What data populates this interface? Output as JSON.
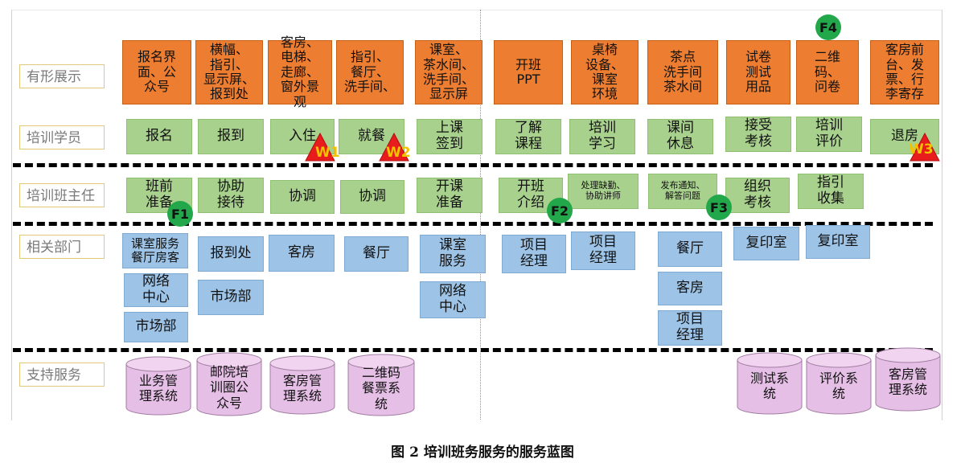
{
  "lanes": {
    "evidence": "有形展示",
    "trainee": "培训学员",
    "head_teacher": "培训班主任",
    "departments": "相关部门",
    "support": "支持服务"
  },
  "evidence": [
    "报名界\n面、公\n众号",
    "横幅、\n指引、\n显示屏、\n报到处",
    "客房、\n电梯、\n走廊、\n窗外景\n观",
    "指引、\n餐厅、\n洗手间、",
    "课室、\n茶水间、\n洗手间、\n显示屏",
    "开班\nPPT",
    "桌椅\n设备、\n课室\n环境",
    "茶点\n洗手间\n茶水间",
    "试卷\n测试\n用品",
    "二维\n码、\n问卷",
    "客房前\n台、发\n票、行\n李寄存"
  ],
  "trainee": [
    "报名",
    "报到",
    "入住",
    "就餐",
    "上课\n签到",
    "了解\n课程",
    "培训\n学习",
    "课间\n休息",
    "接受\n考核",
    "培训\n评价",
    "退房"
  ],
  "head_teacher": [
    "班前\n准备",
    "协助\n接待",
    "协调",
    "协调",
    "开课\n准备",
    "开班\n介绍",
    "处理缺勤、\n协助讲师",
    "发布通知、\n解答问题",
    "组织\n考核",
    "指引\n收集"
  ],
  "departments": [
    "课室服务\n餐厅房客",
    "网络\n中心",
    "市场部",
    "报到处",
    "市场部",
    "客房",
    "餐厅",
    "课室\n服务",
    "网络\n中心",
    "项目\n经理",
    "项目\n经理",
    "餐厅",
    "客房",
    "项目\n经理",
    "复印室",
    "复印室"
  ],
  "support": [
    "业务管\n理系统",
    "邮院培\n训圈公\n众号",
    "客房管\n理系统",
    "二维码\n餐票系\n统",
    "测试系\n统",
    "评价系\n统",
    "客房管\n理系统"
  ],
  "fail_points": [
    "W1",
    "W2",
    "W3"
  ],
  "fail_point_color": "#e81c1c",
  "fail_label_color": "#f2c200",
  "decision_points": [
    "F1",
    "F2",
    "F3",
    "F4"
  ],
  "decision_point_color": "#22a84a",
  "colors": {
    "evidence": "#ed7d31",
    "trainee": "#a9d18e",
    "head_teacher": "#a9d18e",
    "departments": "#9dc3e6",
    "support": "#e6bfe6"
  },
  "caption": "图 2  培训班务服务的服务蓝图"
}
